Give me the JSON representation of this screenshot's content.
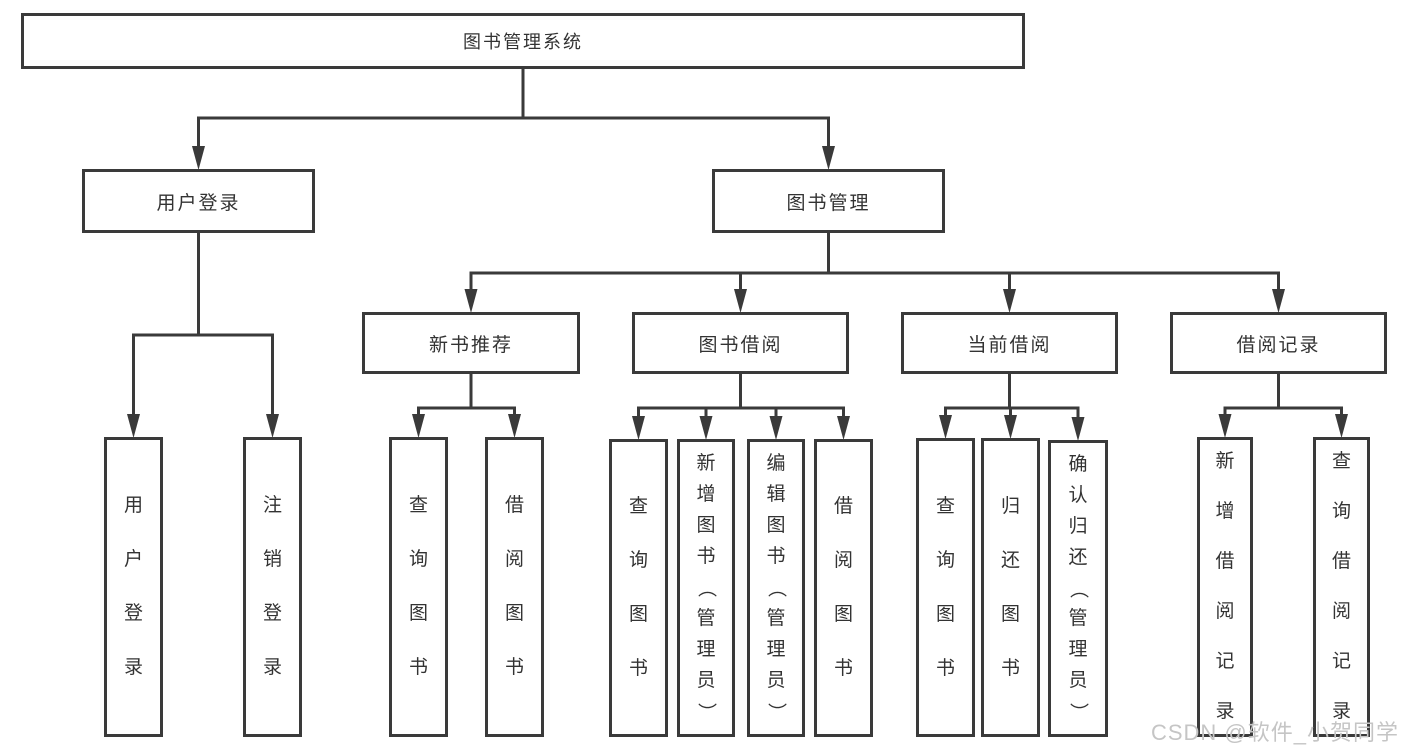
{
  "diagram": {
    "title": "图书管理系统",
    "tree": {
      "id": "root",
      "label": "图书管理系统",
      "children": [
        {
          "id": "login",
          "label": "用户登录",
          "children": [
            {
              "id": "user-login",
              "label": "用户登录"
            },
            {
              "id": "logout",
              "label": "注销登录"
            }
          ]
        },
        {
          "id": "mgmt",
          "label": "图书管理",
          "children": [
            {
              "id": "new-book",
              "label": "新书推荐",
              "children": [
                {
                  "id": "nb-query",
                  "label": "查询图书"
                },
                {
                  "id": "nb-borrow",
                  "label": "借阅图书"
                }
              ]
            },
            {
              "id": "book-borrow",
              "label": "图书借阅",
              "children": [
                {
                  "id": "bb-query",
                  "label": "查询图书"
                },
                {
                  "id": "bb-add",
                  "label": "新增图书（管理员）"
                },
                {
                  "id": "bb-edit",
                  "label": "编辑图书（管理员）"
                },
                {
                  "id": "bb-borrow",
                  "label": "借阅图书"
                }
              ]
            },
            {
              "id": "current",
              "label": "当前借阅",
              "children": [
                {
                  "id": "cur-query",
                  "label": "查询图书"
                },
                {
                  "id": "cur-return",
                  "label": "归还图书"
                },
                {
                  "id": "cur-confirm",
                  "label": "确认归还（管理员）"
                }
              ]
            },
            {
              "id": "records",
              "label": "借阅记录",
              "children": [
                {
                  "id": "rec-add",
                  "label": "新增借阅记录"
                },
                {
                  "id": "rec-query",
                  "label": "查询借阅记录"
                }
              ]
            }
          ]
        }
      ]
    },
    "watermark": "CSDN @软件_小贺同学",
    "colors": {
      "line": "#3a3a3a",
      "text": "#333333",
      "box_fill": "#ffffff",
      "background": "#ffffff",
      "watermark": "#c5c5c5"
    }
  }
}
